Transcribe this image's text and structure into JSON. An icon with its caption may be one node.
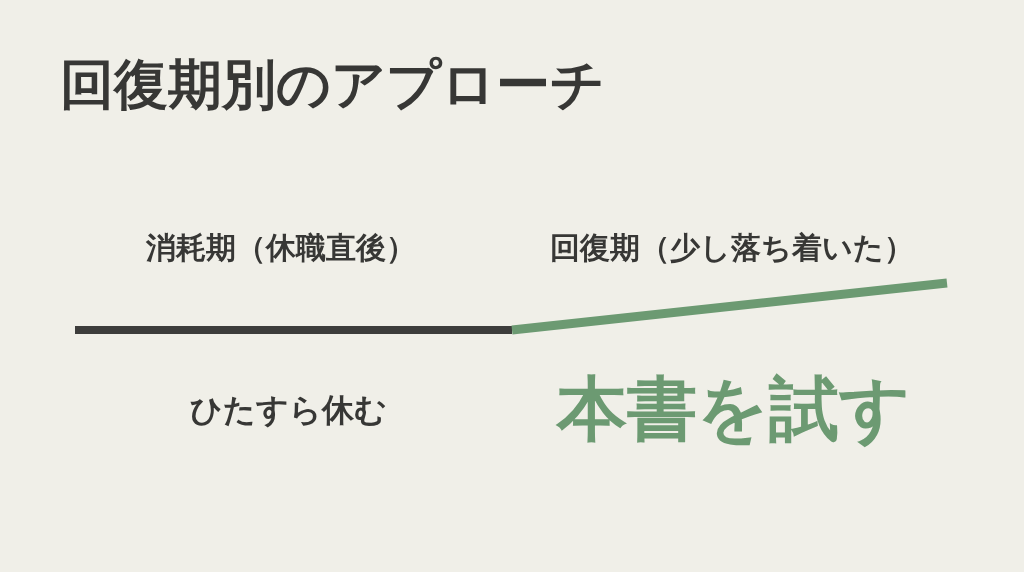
{
  "diagram": {
    "title": "回復期別のアプローチ",
    "labels": [
      "消耗期（休職直後）",
      "回復期（少し落ち着いた）",
      "ひたすら休む",
      "本書を試す"
    ]
  }
}
